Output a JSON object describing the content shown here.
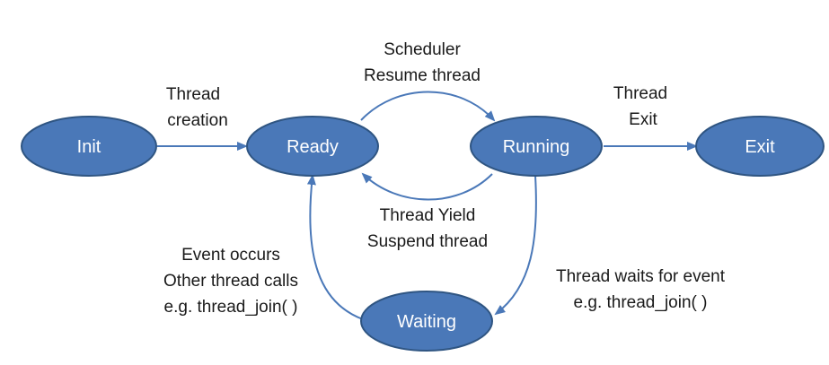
{
  "states": {
    "init": "Init",
    "ready": "Ready",
    "running": "Running",
    "exit": "Exit",
    "waiting": "Waiting"
  },
  "transitions": {
    "init_to_ready": {
      "line1": "Thread",
      "line2": "creation"
    },
    "ready_to_running": {
      "line1": "Scheduler",
      "line2": "Resume thread"
    },
    "running_to_ready": {
      "line1": "Thread Yield",
      "line2": "Suspend thread"
    },
    "running_to_exit": {
      "line1": "Thread",
      "line2": "Exit"
    },
    "running_to_waiting": {
      "line1": "Thread waits for event",
      "line2": "e.g. thread_join( )"
    },
    "waiting_to_ready": {
      "line1": "Event occurs",
      "line2": "Other thread calls",
      "line3": "e.g. thread_join( )"
    }
  },
  "colors": {
    "state_fill": "#4a78b8",
    "state_border": "#2f5582",
    "arrow": "#4a78b8",
    "label_text": "#1a1a1a"
  }
}
